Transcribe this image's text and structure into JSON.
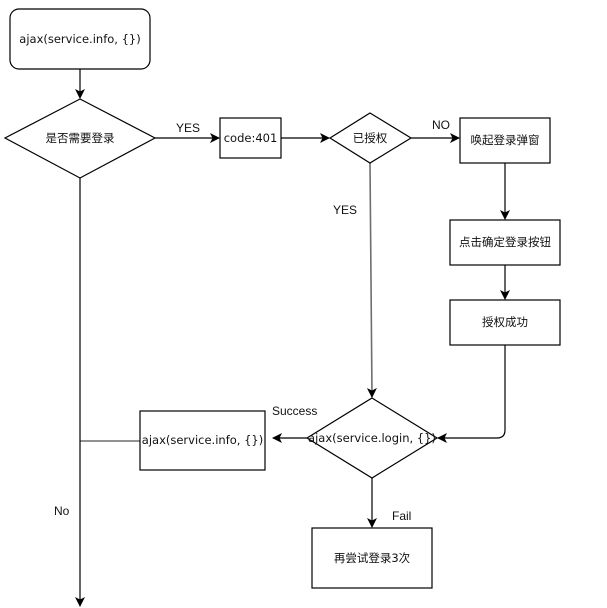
{
  "diagram": {
    "type": "flowchart",
    "nodes": {
      "start": {
        "shape": "rounded-rect",
        "text": "ajax(service.info,  {})"
      },
      "need_login": {
        "shape": "diamond",
        "text": "是否需要登录"
      },
      "code401": {
        "shape": "rect",
        "text": "code:401"
      },
      "authorized": {
        "shape": "diamond",
        "text": "已授权"
      },
      "show_login_popup": {
        "shape": "rect",
        "text": "唤起登录弹窗"
      },
      "click_confirm_login": {
        "shape": "rect",
        "text": "点击确定登录按钮"
      },
      "auth_success": {
        "shape": "rect",
        "text": "授权成功"
      },
      "login_call": {
        "shape": "diamond",
        "text": "ajax(service.login, {})"
      },
      "retry_info": {
        "shape": "rect",
        "text": "ajax(service.info,  {})"
      },
      "retry_login": {
        "shape": "rect",
        "text": "再尝试登录3次"
      }
    },
    "edge_labels": {
      "need_login_yes": "YES",
      "authorized_no": "NO",
      "authorized_yes": "YES",
      "login_success": "Success",
      "login_fail": "Fail",
      "need_login_no": "No"
    },
    "edges": [
      {
        "from": "start",
        "to": "need_login",
        "label": ""
      },
      {
        "from": "need_login",
        "to": "code401",
        "label": "YES"
      },
      {
        "from": "code401",
        "to": "authorized",
        "label": ""
      },
      {
        "from": "authorized",
        "to": "show_login_popup",
        "label": "NO"
      },
      {
        "from": "authorized",
        "to": "login_call",
        "label": "YES"
      },
      {
        "from": "show_login_popup",
        "to": "click_confirm_login",
        "label": ""
      },
      {
        "from": "click_confirm_login",
        "to": "auth_success",
        "label": ""
      },
      {
        "from": "auth_success",
        "to": "login_call",
        "label": ""
      },
      {
        "from": "login_call",
        "to": "retry_info",
        "label": "Success"
      },
      {
        "from": "login_call",
        "to": "retry_login",
        "label": "Fail"
      },
      {
        "from": "retry_info",
        "to": "need_login_no_line",
        "label": ""
      },
      {
        "from": "need_login",
        "to": "end",
        "label": "No"
      }
    ],
    "colors": {
      "stroke": "#000000",
      "secondary_stroke": "#6e6e6e",
      "background": "#ffffff",
      "text": "#111111"
    }
  }
}
